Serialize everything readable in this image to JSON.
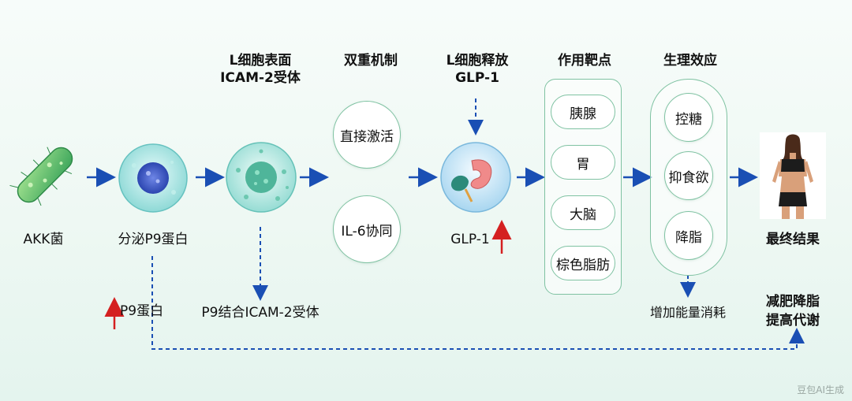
{
  "stages": {
    "akk": {
      "label": "AKK菌"
    },
    "p9_secrete": {
      "label": "分泌P9蛋白"
    },
    "icam": {
      "head_line1": "L细胞表面",
      "head_line2": "ICAM-2受体"
    },
    "mechanism": {
      "head": "双重机制",
      "items": [
        "直接激活",
        "IL-6协同"
      ]
    },
    "glp1": {
      "head_line1": "L细胞释放",
      "head_line2": "GLP-1",
      "label": "GLP-1"
    },
    "targets": {
      "head": "作用靶点",
      "items": [
        "胰腺",
        "胃",
        "大脑",
        "棕色脂肪"
      ]
    },
    "effects": {
      "head": "生理效应",
      "items": [
        "控糖",
        "抑食欲",
        "降脂"
      ],
      "note": "增加能量消耗"
    },
    "result": {
      "label": "最终结果",
      "note_line1": "减肥降脂",
      "note_line2": "提高代谢"
    }
  },
  "lower": {
    "p9_increase": "P9蛋白",
    "p9_binding": "P9结合ICAM-2受体"
  },
  "icons": {
    "bacterium": "akk-bacterium-icon",
    "cell1": "p9-cell-icon",
    "cell2": "icam-cell-icon",
    "organ": "stomach-pancreas-icon",
    "person": "fit-woman-icon",
    "up_arrow": "red-up-arrow-icon"
  },
  "colors": {
    "arrow_blue": "#1a4fb4",
    "up_red": "#d42020",
    "border_green": "#7fc2a2"
  },
  "watermark": "豆包AI生成"
}
